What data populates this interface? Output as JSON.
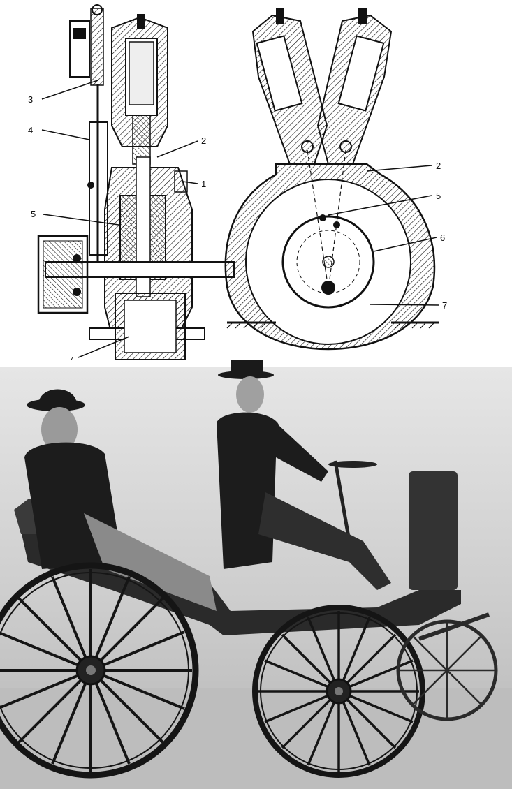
{
  "diagram": {
    "left_view_callouts": [
      "3",
      "4",
      "2",
      "1",
      "5",
      "7"
    ],
    "right_view_callouts": [
      "2",
      "5",
      "6",
      "7"
    ]
  },
  "colors": {
    "ink": "#111111",
    "paper": "#ffffff",
    "photo_sky": "#cfcfcf",
    "photo_ground": "#b9b9b9"
  }
}
